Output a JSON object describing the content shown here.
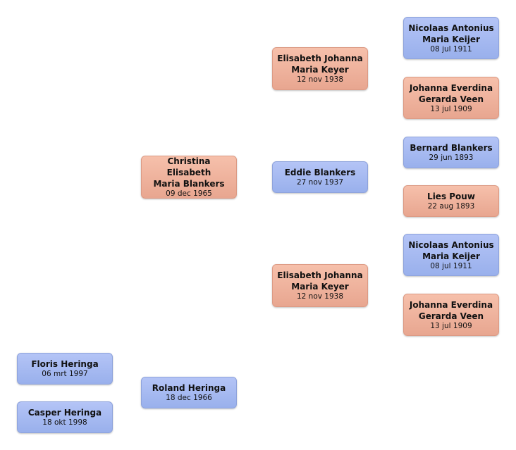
{
  "nodes": [
    {
      "id": "p1",
      "name_lines": [
        "Nicolaas Antonius",
        "Maria Keijer"
      ],
      "date": "08 jul 1911",
      "gender": "male"
    },
    {
      "id": "p2",
      "name_lines": [
        "Johanna Everdina",
        "Gerarda Veen"
      ],
      "date": "13 jul 1909",
      "gender": "female"
    },
    {
      "id": "p3",
      "name_lines": [
        "Bernard Blankers"
      ],
      "date": "29 jun 1893",
      "gender": "male"
    },
    {
      "id": "p4",
      "name_lines": [
        "Lies Pouw"
      ],
      "date": "22 aug 1893",
      "gender": "female"
    },
    {
      "id": "p5",
      "name_lines": [
        "Nicolaas Antonius",
        "Maria Keijer"
      ],
      "date": "08 jul 1911",
      "gender": "male"
    },
    {
      "id": "p6",
      "name_lines": [
        "Johanna Everdina",
        "Gerarda Veen"
      ],
      "date": "13 jul 1909",
      "gender": "female"
    },
    {
      "id": "g1",
      "name_lines": [
        "Elisabeth Johanna",
        "Maria Keyer"
      ],
      "date": "12 nov 1938",
      "gender": "female"
    },
    {
      "id": "g2",
      "name_lines": [
        "Eddie Blankers"
      ],
      "date": "27 nov 1937",
      "gender": "male"
    },
    {
      "id": "g3",
      "name_lines": [
        "Elisabeth Johanna",
        "Maria Keyer"
      ],
      "date": "12 nov 1938",
      "gender": "female"
    },
    {
      "id": "m1",
      "name_lines": [
        "Christina Elisabeth",
        "Maria Blankers"
      ],
      "date": "09 dec 1965",
      "gender": "female"
    },
    {
      "id": "m2",
      "name_lines": [
        "Roland Heringa"
      ],
      "date": "18 dec 1966",
      "gender": "male"
    },
    {
      "id": "c1",
      "name_lines": [
        "Floris Heringa"
      ],
      "date": "06 mrt 1997",
      "gender": "male"
    },
    {
      "id": "c2",
      "name_lines": [
        "Casper Heringa"
      ],
      "date": "18 okt 1998",
      "gender": "male"
    }
  ]
}
